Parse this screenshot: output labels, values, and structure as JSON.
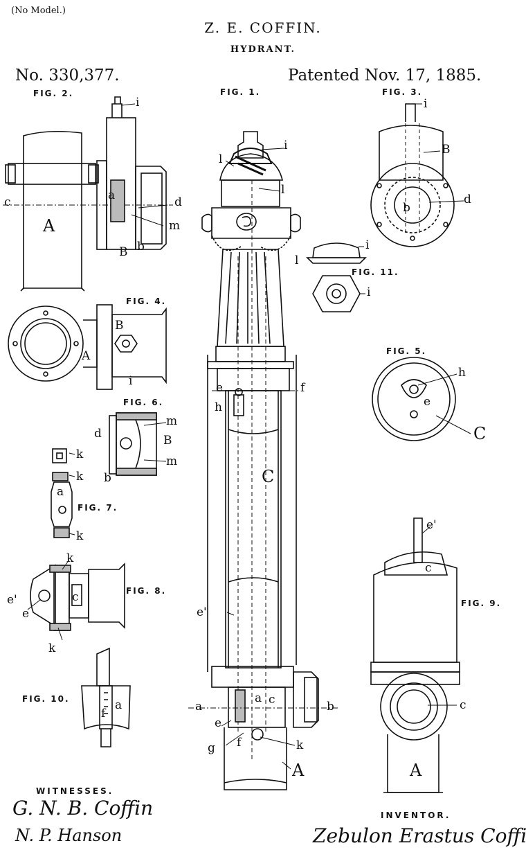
{
  "header": {
    "no_model": "(No Model.)",
    "inventor_short": "Z. E. COFFIN.",
    "subject": "HYDRANT.",
    "patent_no": "No. 330,377.",
    "patent_date": "Patented Nov. 17, 1885."
  },
  "figures": {
    "fig1": "FIG. 1.",
    "fig2": "FIG. 2.",
    "fig3": "FIG. 3.",
    "fig4": "FIG. 4.",
    "fig5": "FIG. 5.",
    "fig6": "FIG. 6.",
    "fig7": "FIG. 7.",
    "fig8": "FIG. 8.",
    "fig9": "FIG. 9.",
    "fig10": "FIG. 10.",
    "fig11": "FIG. 11."
  },
  "labels": {
    "A": "A",
    "B": "B",
    "C": "C",
    "a": "a",
    "b": "b",
    "c": "c",
    "d": "d",
    "e": "e",
    "e_prime": "e'",
    "f": "f",
    "g": "g",
    "h": "h",
    "i": "i",
    "k": "k",
    "l": "l",
    "m": "m"
  },
  "footer": {
    "witnesses": "WITNESSES.",
    "inventor": "INVENTOR.",
    "witness1_signature": "G. N. B. Coffin",
    "witness2_signature": "N. P. Hanson",
    "inventor_signature": "Zebulon Erastus Coffin"
  }
}
